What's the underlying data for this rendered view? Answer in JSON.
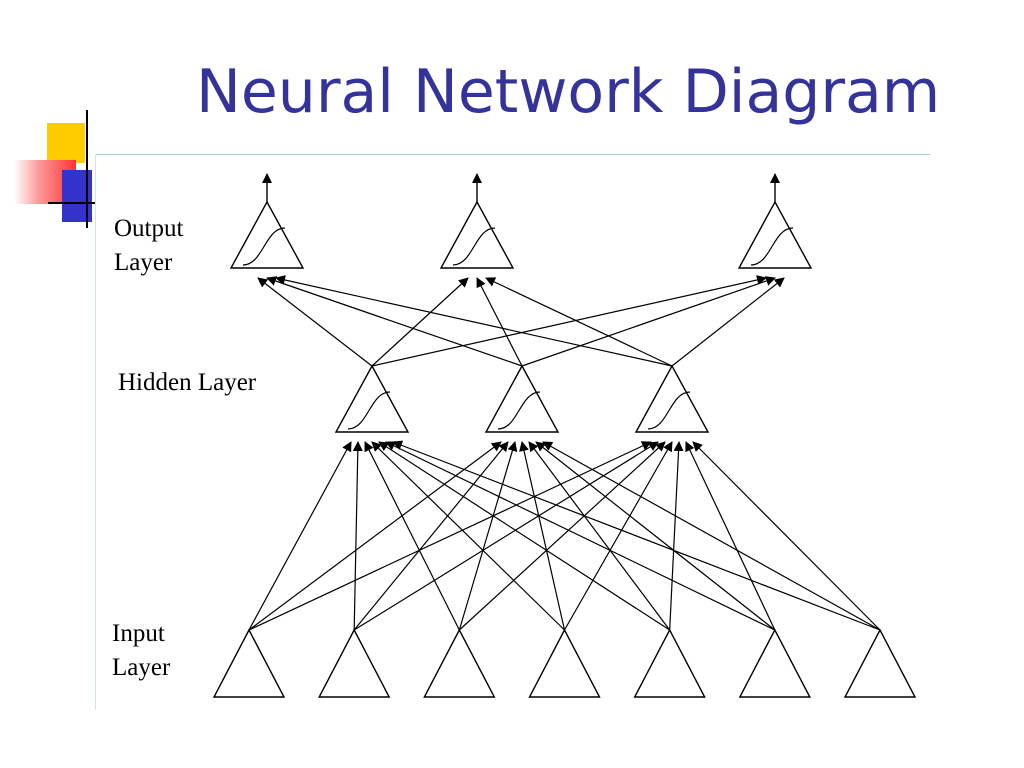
{
  "slide": {
    "title": "Neural Network Diagram"
  },
  "diagram": {
    "labels": {
      "output": [
        "Output",
        "Layer"
      ],
      "hidden": "Hidden Layer",
      "input": [
        "Input",
        "Layer"
      ]
    },
    "layers": {
      "input": {
        "nodes": 7
      },
      "hidden": {
        "nodes": 3,
        "activation": "sigmoid"
      },
      "output": {
        "nodes": 3,
        "activation": "sigmoid"
      }
    },
    "connections": {
      "input_to_hidden": "fully-connected",
      "hidden_to_output": "fully-connected"
    }
  }
}
